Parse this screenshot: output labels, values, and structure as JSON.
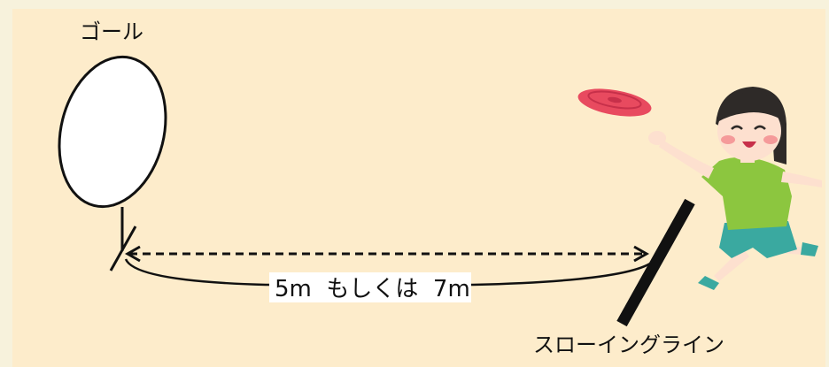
{
  "labels": {
    "goal": "ゴール",
    "distance": "5m  もしくは  7m",
    "throwing_line": "スローイングライン"
  },
  "colors": {
    "background": "#fdeccb",
    "outer_border": "#f7f2dc",
    "goal_fill": "#ffffff",
    "line": "#111111",
    "disc": "#e84a5f",
    "disc_dark": "#c7304a",
    "skin": "#fde0cf",
    "hair": "#2e2a28",
    "shirt": "#8cc63f",
    "shorts": "#3aa9a0",
    "shoes": "#3aa9a0",
    "cheek": "#f59a9a"
  },
  "icons": {
    "goal": "goal-ring-icon",
    "disc": "flying-disc-icon",
    "player": "player-throwing-icon"
  }
}
